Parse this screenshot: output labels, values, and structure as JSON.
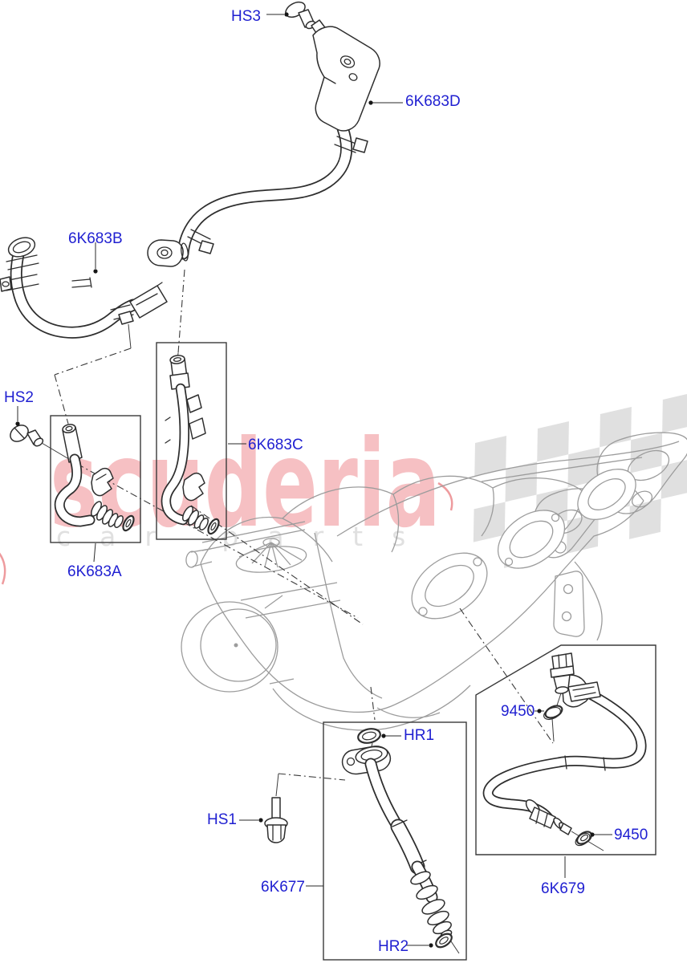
{
  "watermark": {
    "brand": "scuderia",
    "tagline": "car parts",
    "brand_color": "#f6c0c3",
    "tagline_color": "#e0e0e0"
  },
  "diagram": {
    "label_color": "#1f1fd1",
    "flag_color": "#e0e0e0",
    "engine_line_color": "#9c9c9c",
    "part_line_color": "#2e2e2e",
    "part_labels": {
      "hs3": "HS3",
      "hose_6k683d": "6K683D",
      "hose_6k683b": "6K683B",
      "hs2": "HS2",
      "tube_6k683a": "6K683A",
      "tube_6k683c": "6K683C",
      "seal_hr1": "HR1",
      "bolt_hs1": "HS1",
      "tube_6k677": "6K677",
      "seal_hr2": "HR2",
      "tube_6k679": "6K679",
      "grommet_9450_upper": "9450",
      "grommet_9450_lower": "9450"
    }
  }
}
